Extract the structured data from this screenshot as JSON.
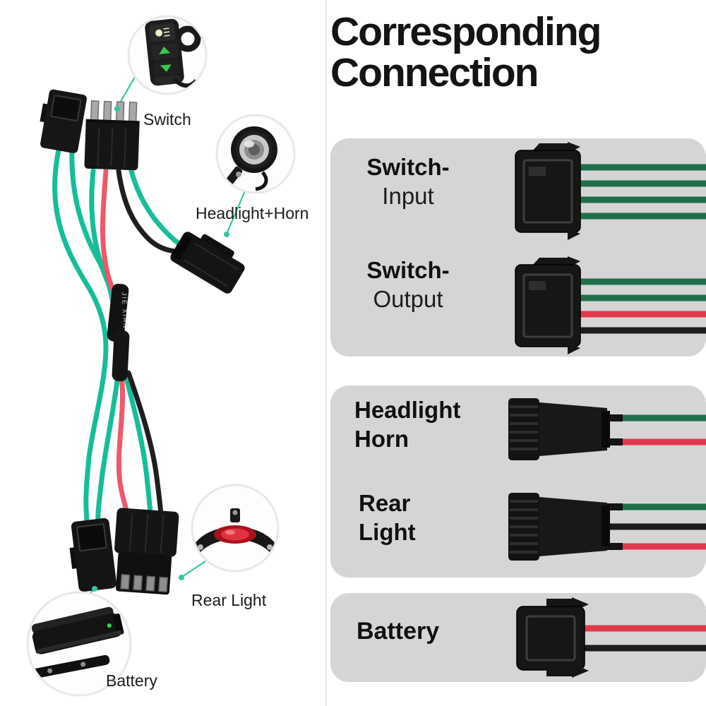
{
  "left": {
    "callouts": [
      {
        "id": "switch",
        "label": "Switch"
      },
      {
        "id": "headlight-horn",
        "label": "Headlight+Horn"
      },
      {
        "id": "rear-light",
        "label": "Rear Light"
      },
      {
        "id": "battery",
        "label": "Battery"
      }
    ],
    "sleeve_text": "JIE XIAN"
  },
  "right": {
    "title_line1": "Corresponding",
    "title_line2": "Connection",
    "rows": [
      {
        "id": "switch-input",
        "label_line1": "Switch-",
        "label_line2": "Input",
        "wire_colors": [
          "#1f6f4a",
          "#1f6f4a",
          "#1f6f4a",
          "#1f6f4a"
        ]
      },
      {
        "id": "switch-output",
        "label_line1": "Switch-",
        "label_line2": "Output",
        "wire_colors": [
          "#1f6f4a",
          "#1f6f4a",
          "#e03a4e",
          "#1c1c1c"
        ]
      },
      {
        "id": "headlight-horn",
        "label_line1": "Headlight",
        "label_line2": "Horn",
        "wire_colors": [
          "#1f6f4a",
          "#e03a4e"
        ]
      },
      {
        "id": "rear-light",
        "label_line1": "Rear",
        "label_line2": "Light",
        "wire_colors": [
          "#1f6f4a",
          "#1c1c1c",
          "#e03a4e"
        ]
      },
      {
        "id": "battery",
        "label_line1": "Battery",
        "label_line2": "",
        "wire_colors": [
          "#e03a4e",
          "#1c1c1c"
        ]
      }
    ]
  },
  "palette": {
    "wire_green_dark": "#1f6f4a",
    "wire_teal_bright": "#16bd99",
    "wire_red": "#e03a4e",
    "wire_black": "#1c1c1c",
    "panel_gray": "#d5d5d5",
    "callout_line_teal": "#38c4a3"
  }
}
